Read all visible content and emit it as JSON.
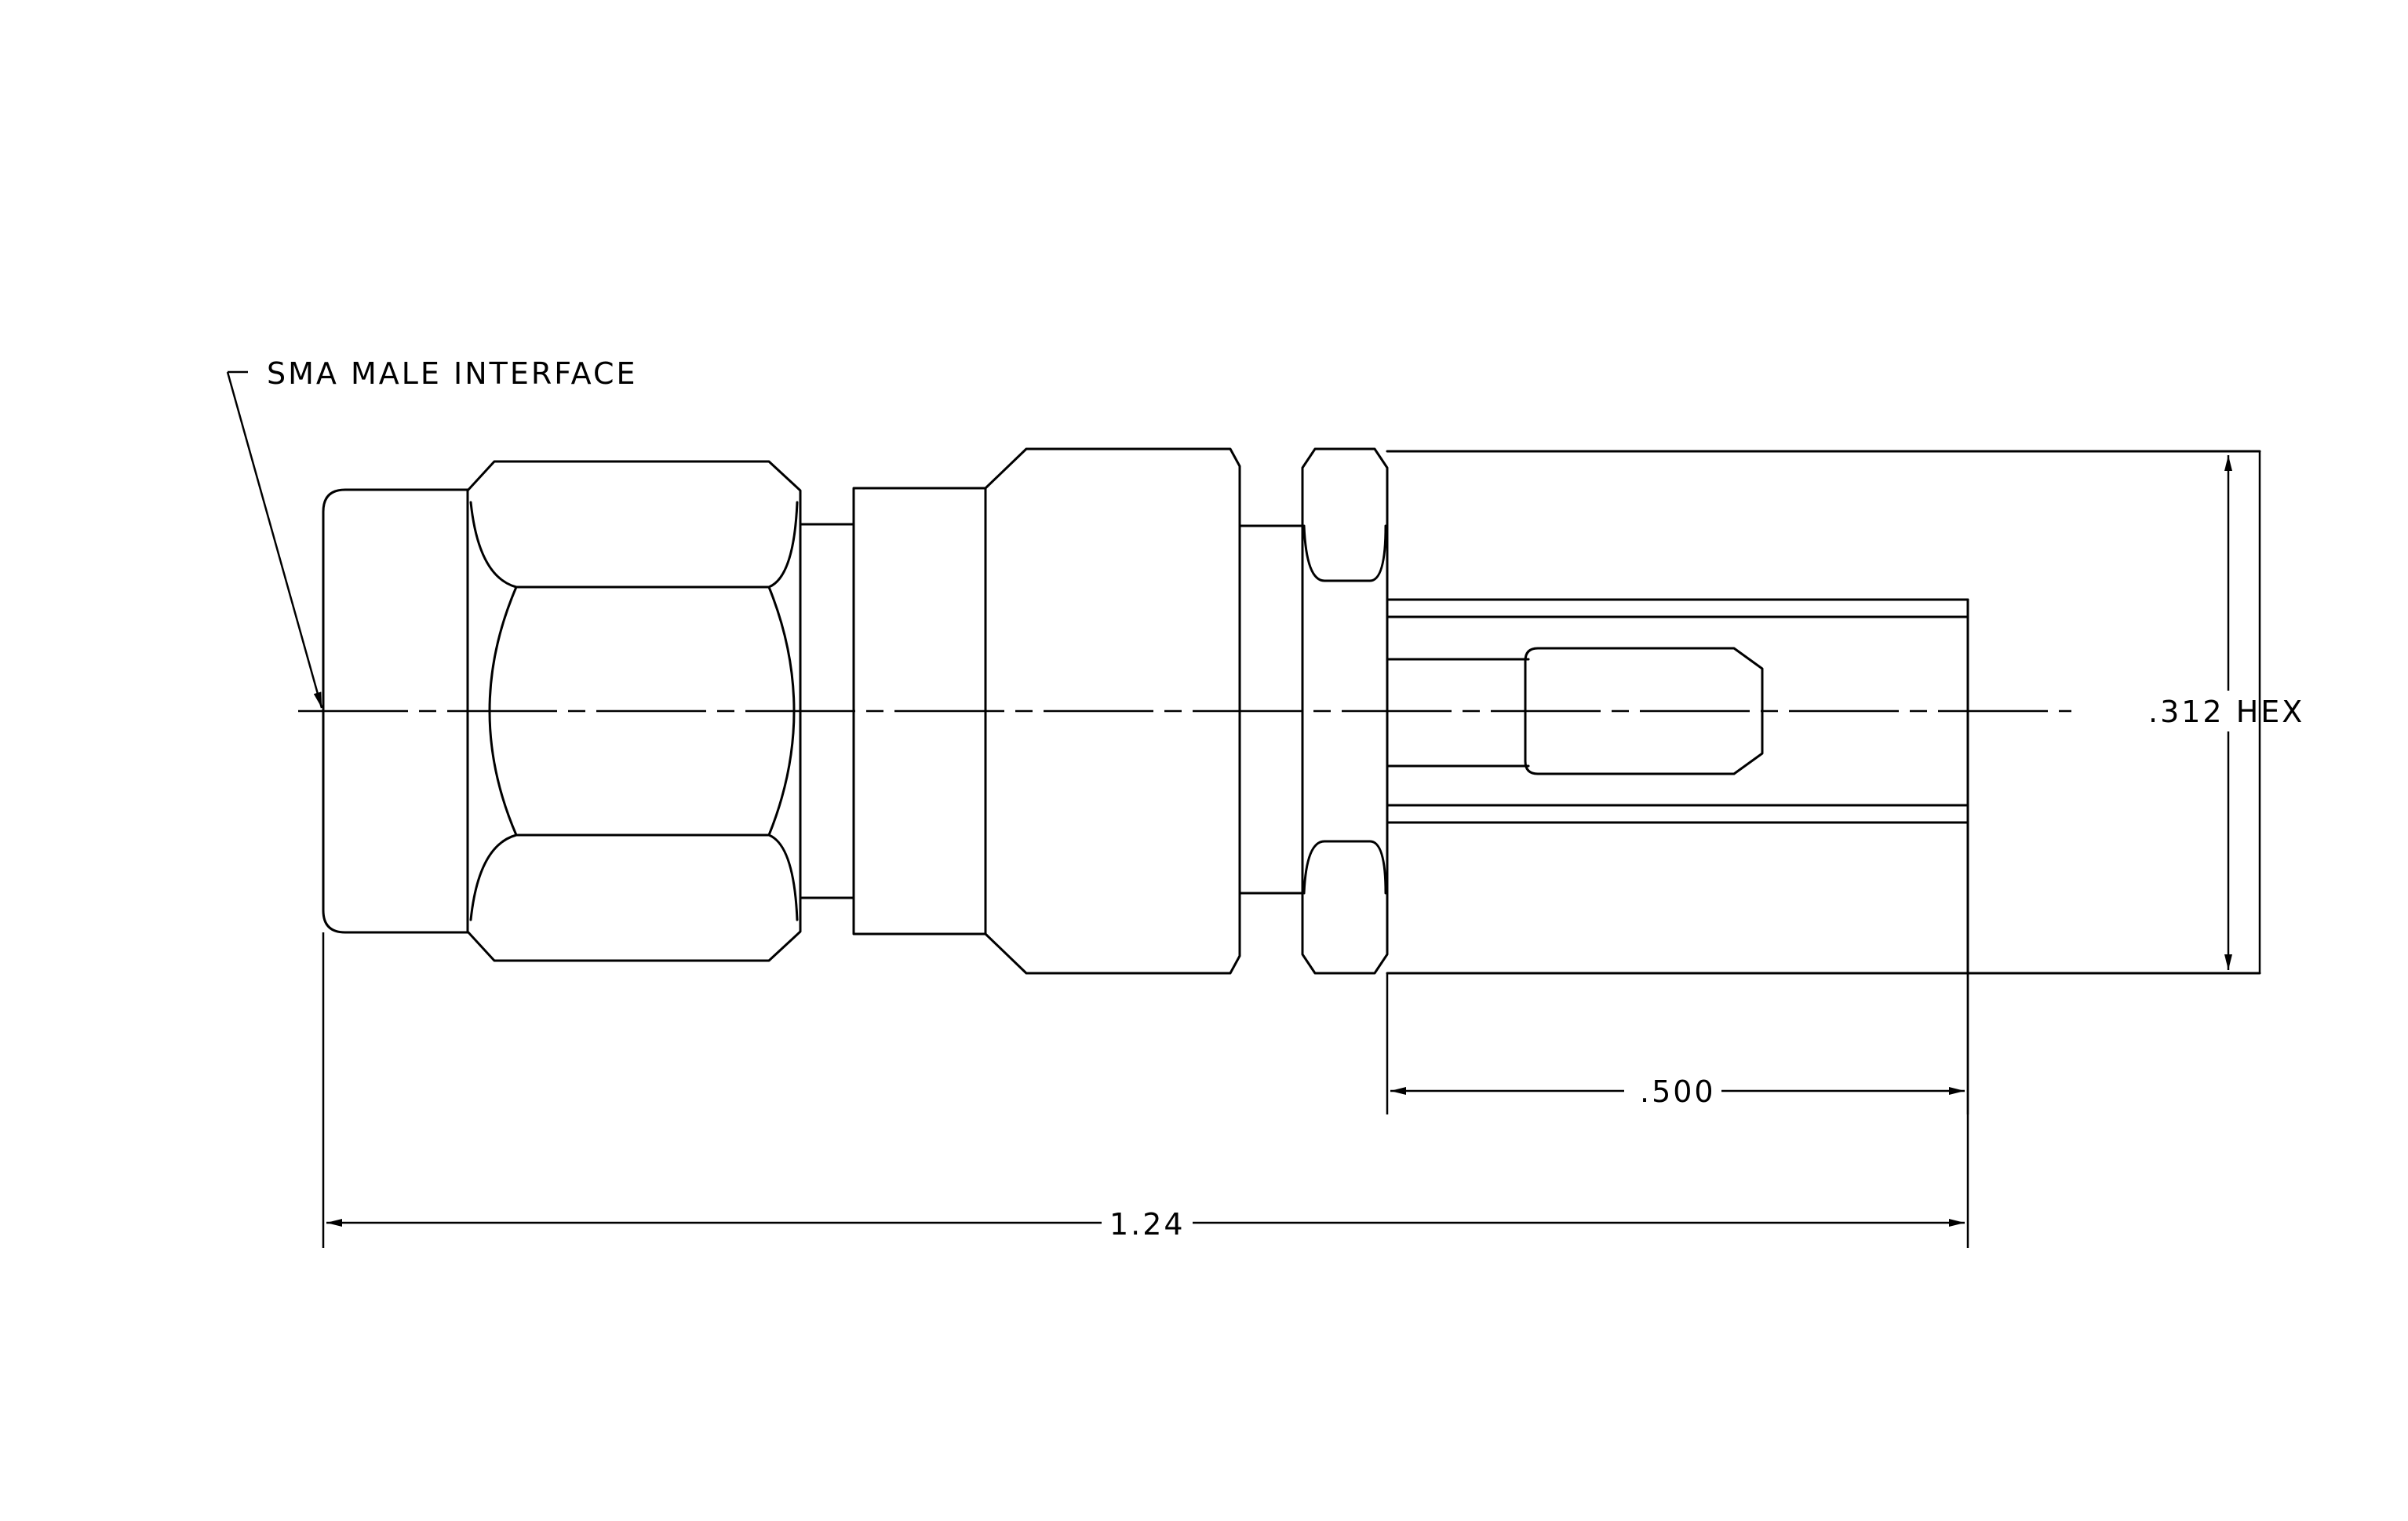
{
  "labels": {
    "interface": "SMA MALE INTERFACE",
    "hex": ".312 HEX",
    "crimp_length": ".500",
    "overall_length": "1.24"
  },
  "colors": {
    "line": "#000000",
    "background": "#ffffff"
  }
}
